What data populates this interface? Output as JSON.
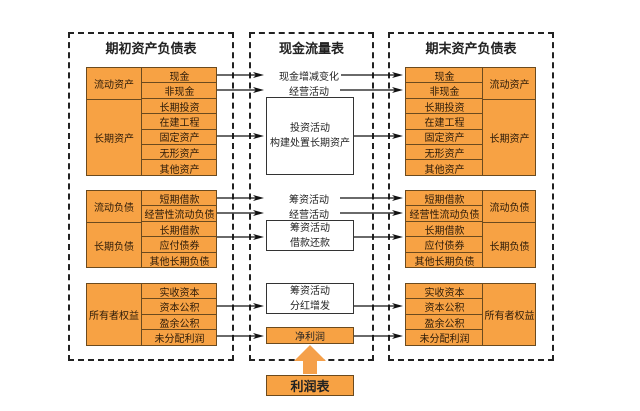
{
  "panels": {
    "opening": {
      "title": "期初资产负债表"
    },
    "cashflow": {
      "title": "现金流量表"
    },
    "closing": {
      "title": "期末资产负债表"
    }
  },
  "groups": [
    {
      "category": "流动资产",
      "items": [
        "现金",
        "非现金"
      ]
    },
    {
      "category": "长期资产",
      "items": [
        "长期投资",
        "在建工程",
        "固定资产",
        "无形资产",
        "其他资产"
      ]
    },
    {
      "category": "流动负债",
      "items": [
        "短期借款",
        "经营性流动负债"
      ]
    },
    {
      "category": "长期负债",
      "items": [
        "长期借款",
        "应付债券",
        "其他长期负债"
      ]
    },
    {
      "category": "所有者权益",
      "items": [
        "实收资本",
        "资本公积",
        "盈余公积",
        "未分配利润"
      ]
    }
  ],
  "cashflow": {
    "cash_change": "现金增减变化",
    "operating_1": "经营活动",
    "investing_box": [
      "投资活动",
      "构建处置长期资产"
    ],
    "financing_1": "筹资活动",
    "operating_2": "经营活动",
    "financing_box_1": [
      "筹资活动",
      "借款还款"
    ],
    "financing_box_2": [
      "筹资活动",
      "分红增发"
    ],
    "net_profit": "净利润"
  },
  "income_statement": "利润表",
  "colors": {
    "orange": "#f7a244",
    "border": "#6b4a1e",
    "arrow_fill": "#f5a04a"
  }
}
